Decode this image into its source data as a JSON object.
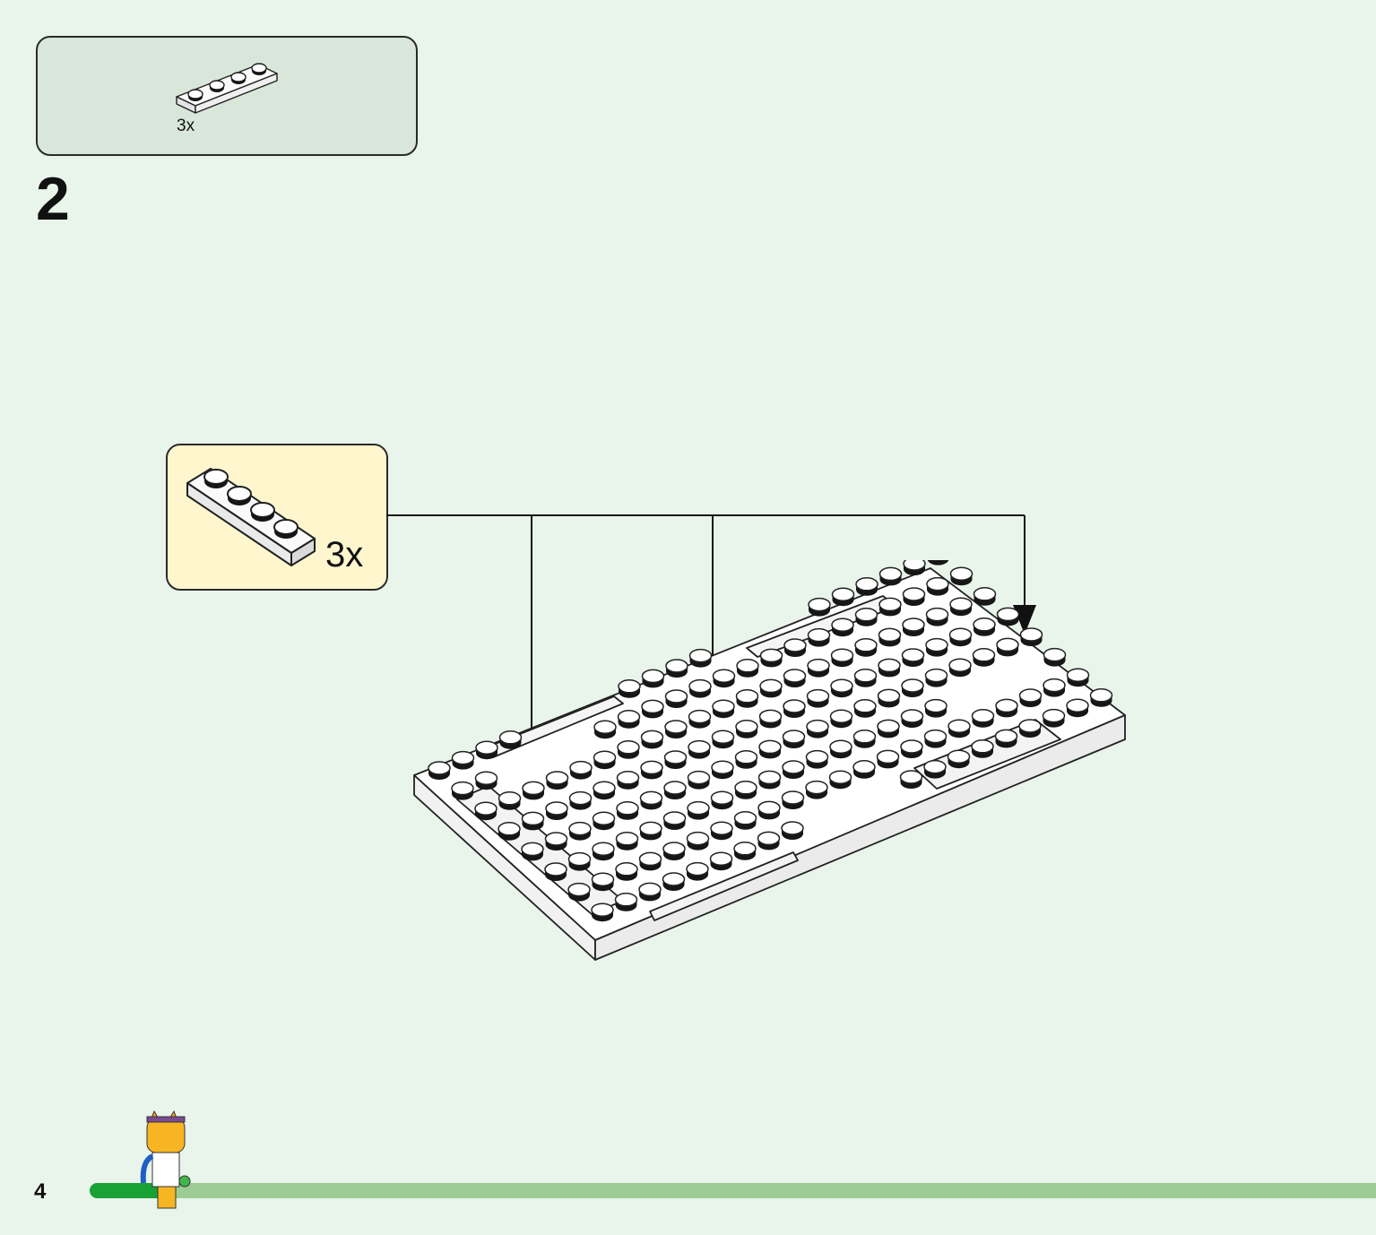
{
  "parts_list": {
    "quantity": "3x",
    "part": "1x4 plate"
  },
  "step": {
    "number": "2"
  },
  "callout": {
    "quantity": "3x"
  },
  "page": {
    "number": "4"
  },
  "progress": {
    "fraction": 0.06
  },
  "colors": {
    "background": "#e9f4eb",
    "parts_box": "#d9e7da",
    "callout_box": "#fff6ce",
    "progress_track": "#9ccc93",
    "progress_fill": "#18a134"
  },
  "icons": [
    "plate-1x4-icon",
    "baseplate-illustration",
    "arrow-icon",
    "mascot-figure-icon"
  ]
}
